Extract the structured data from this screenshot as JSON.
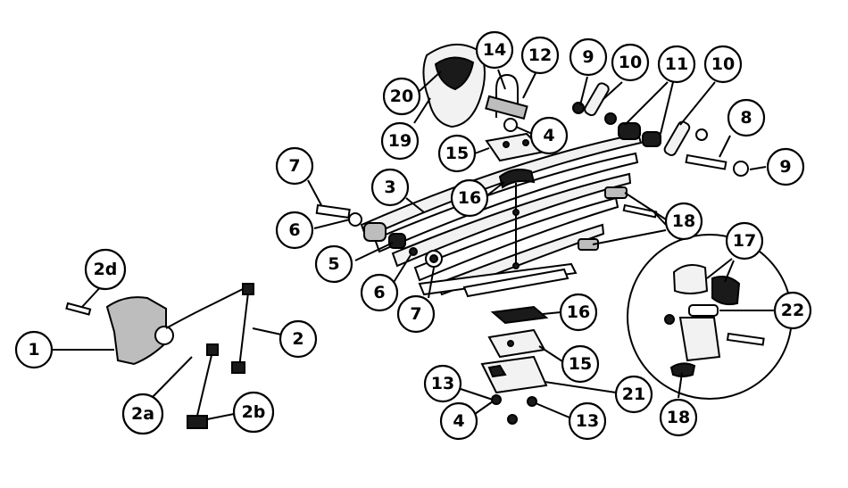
{
  "callouts": [
    {
      "id": "c-1",
      "label": "1"
    },
    {
      "id": "c-2",
      "label": "2"
    },
    {
      "id": "c-2a",
      "label": "2a"
    },
    {
      "id": "c-2b",
      "label": "2b"
    },
    {
      "id": "c-2d",
      "label": "2d"
    },
    {
      "id": "c-3",
      "label": "3"
    },
    {
      "id": "c-4a",
      "label": "4"
    },
    {
      "id": "c-4b",
      "label": "4"
    },
    {
      "id": "c-5",
      "label": "5"
    },
    {
      "id": "c-6a",
      "label": "6"
    },
    {
      "id": "c-6b",
      "label": "6"
    },
    {
      "id": "c-7a",
      "label": "7"
    },
    {
      "id": "c-7b",
      "label": "7"
    },
    {
      "id": "c-8",
      "label": "8"
    },
    {
      "id": "c-9a",
      "label": "9"
    },
    {
      "id": "c-9b",
      "label": "9"
    },
    {
      "id": "c-10a",
      "label": "10"
    },
    {
      "id": "c-10b",
      "label": "10"
    },
    {
      "id": "c-11",
      "label": "11"
    },
    {
      "id": "c-12",
      "label": "12"
    },
    {
      "id": "c-13a",
      "label": "13"
    },
    {
      "id": "c-13b",
      "label": "13"
    },
    {
      "id": "c-14",
      "label": "14"
    },
    {
      "id": "c-15a",
      "label": "15"
    },
    {
      "id": "c-15b",
      "label": "15"
    },
    {
      "id": "c-16a",
      "label": "16"
    },
    {
      "id": "c-16b",
      "label": "16"
    },
    {
      "id": "c-17",
      "label": "17"
    },
    {
      "id": "c-18a",
      "label": "18"
    },
    {
      "id": "c-18b",
      "label": "18"
    },
    {
      "id": "c-19",
      "label": "19"
    },
    {
      "id": "c-20",
      "label": "20"
    },
    {
      "id": "c-21",
      "label": "21"
    },
    {
      "id": "c-22",
      "label": "22"
    }
  ]
}
